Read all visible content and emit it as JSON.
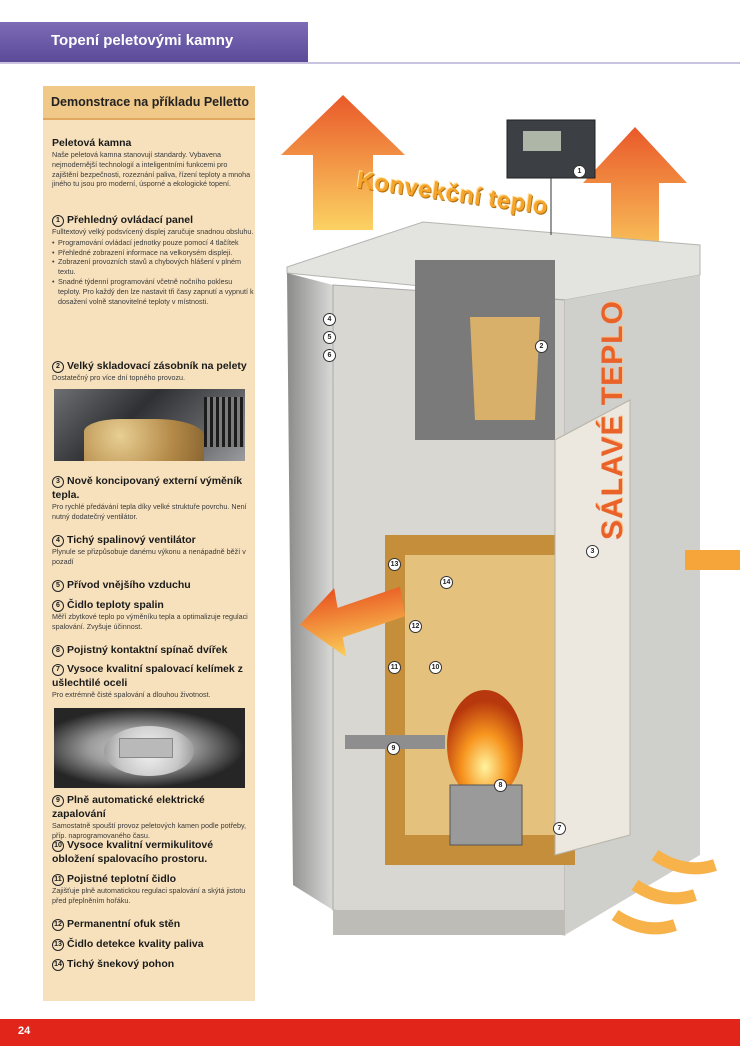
{
  "header": {
    "title": "Topení peletovými kamny"
  },
  "panel": {
    "title": "Demonstrace na příkladu Pelletto",
    "intro_heading": "Peletová kamna",
    "intro_text": "Naše peletová kamna stanovují standardy. Vybavena nejmodernější technologií a inteligentními funkcemi pro zajištění bezpečnosti, rozeznání paliva, řízení teploty a mnoha jiného tu jsou pro moderní, úsporné a ekologické topení.",
    "items": [
      {
        "num": "1",
        "title": "Přehledný ovládací panel",
        "text": "Fulltextový velký podsvícený displej zaručuje snadnou obsluhu.",
        "bullets": [
          "Programování ovládací jednotky pouze pomocí 4 tlačítek",
          "Přehledné zobrazení informace na velkorysém displeji.",
          "Zobrazení provozních stavů a chybových hlášení v plném textu.",
          "Snadné týdenní programování včetně nočního poklesu teploty. Pro každý den lze nastavit tři časy zapnutí a vypnutí k dosažení volně stanovitelné teploty v místnosti."
        ]
      },
      {
        "num": "2",
        "title": "Velký skladovací zásobník na pelety",
        "text": "Dostatečný pro více dní topného provozu."
      },
      {
        "num": "3",
        "title": "Nově koncipovaný externí výměník tepla.",
        "text": "Pro rychlé předávání tepla díky velké struktuře povrchu. Není nutný dodatečný ventilátor."
      },
      {
        "num": "4",
        "title": "Tichý spalinový ventilátor",
        "text": "Plynule se přizpůsobuje danému výkonu a nenápadně běží v pozadí"
      },
      {
        "num": "5",
        "title": "Přívod vnějšího vzduchu",
        "text": ""
      },
      {
        "num": "6",
        "title": "Čidlo teploty spalin",
        "text": "Měří zbytkové teplo po výměníku tepla a optimalizuje regulaci spalování. Zvyšuje účinnost."
      },
      {
        "num": "8",
        "title": "Pojistný kontaktní spínač dvířek",
        "text": ""
      },
      {
        "num": "7",
        "title": "Vysoce kvalitní spalovací kelímek z ušlechtilé oceli",
        "text": "Pro extrémně čisté spalování a dlouhou životnost."
      },
      {
        "num": "9",
        "title": "Plně automatické elektrické zapalování",
        "text": "Samostatně spouští provoz peletových kamen podle potřeby, příp. naprogramovaného času."
      },
      {
        "num": "10",
        "title": "Vysoce kvalitní vermikulitové obložení spalovacího prostoru.",
        "text": ""
      },
      {
        "num": "11",
        "title": "Pojistné teplotní čidlo",
        "text": "Zajišťuje plně automatickou regulaci spalování a skýtá jistotu před přeplněním hořáku."
      },
      {
        "num": "12",
        "title": "Permanentní ofuk stěn",
        "text": ""
      },
      {
        "num": "13",
        "title": "Čidlo detekce kvality paliva",
        "text": ""
      },
      {
        "num": "14",
        "title": "Tichý šnekový pohon",
        "text": ""
      }
    ]
  },
  "diagram": {
    "convection_label": "Konvekční teplo",
    "radiant_label": "SÁLAVÉ TEPLO",
    "callouts": [
      "1",
      "2",
      "3",
      "4",
      "5",
      "6",
      "7",
      "8",
      "9",
      "10",
      "11",
      "12",
      "13",
      "14"
    ]
  },
  "footer": {
    "page_number": "24"
  },
  "colors": {
    "header": "#6a5aa8",
    "panel": "#f7e1bd",
    "footer": "#e1251b",
    "arrow": "#f08a24"
  }
}
